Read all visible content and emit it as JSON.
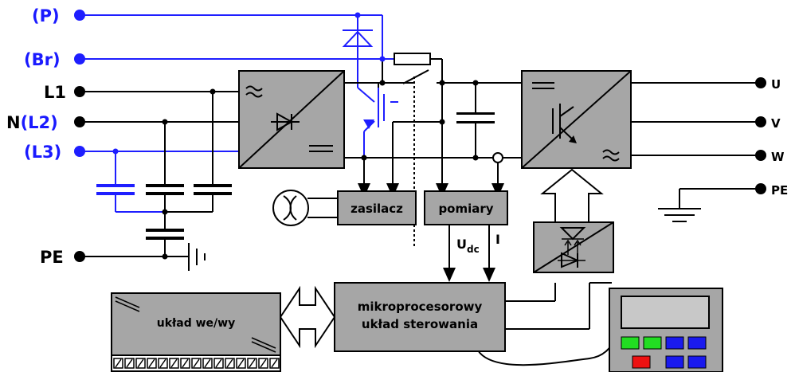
{
  "terminals": {
    "p": "(P)",
    "br": "(Br)",
    "l1": "L1",
    "n_l2_prefix": "N",
    "n_l2_suffix": "(L2)",
    "l3": "(L3)",
    "pe_left": "PE",
    "u": "U",
    "v": "V",
    "w": "W",
    "pe_right": "PE"
  },
  "blocks": {
    "power_supply": "zasilacz",
    "measurements": "pomiary",
    "io_unit": "układ we/wy",
    "controller_line1": "mikroprocesorowy",
    "controller_line2": "układ sterowania"
  },
  "signals": {
    "udc_main": "U",
    "udc_sub": "dc",
    "current": "I"
  },
  "keypad_buttons": [
    {
      "color": "#22dd22"
    },
    {
      "color": "#22dd22"
    },
    {
      "color": "#1a1aee"
    },
    {
      "color": "#1a1aee"
    },
    {
      "color": "#ee1111"
    },
    {
      "color": "#1a1aee"
    },
    {
      "color": "#1a1aee"
    }
  ],
  "colors": {
    "blue_wire": "#1e1eff",
    "block_fill": "#a6a6a6",
    "accent_label": "#1a1aff"
  }
}
